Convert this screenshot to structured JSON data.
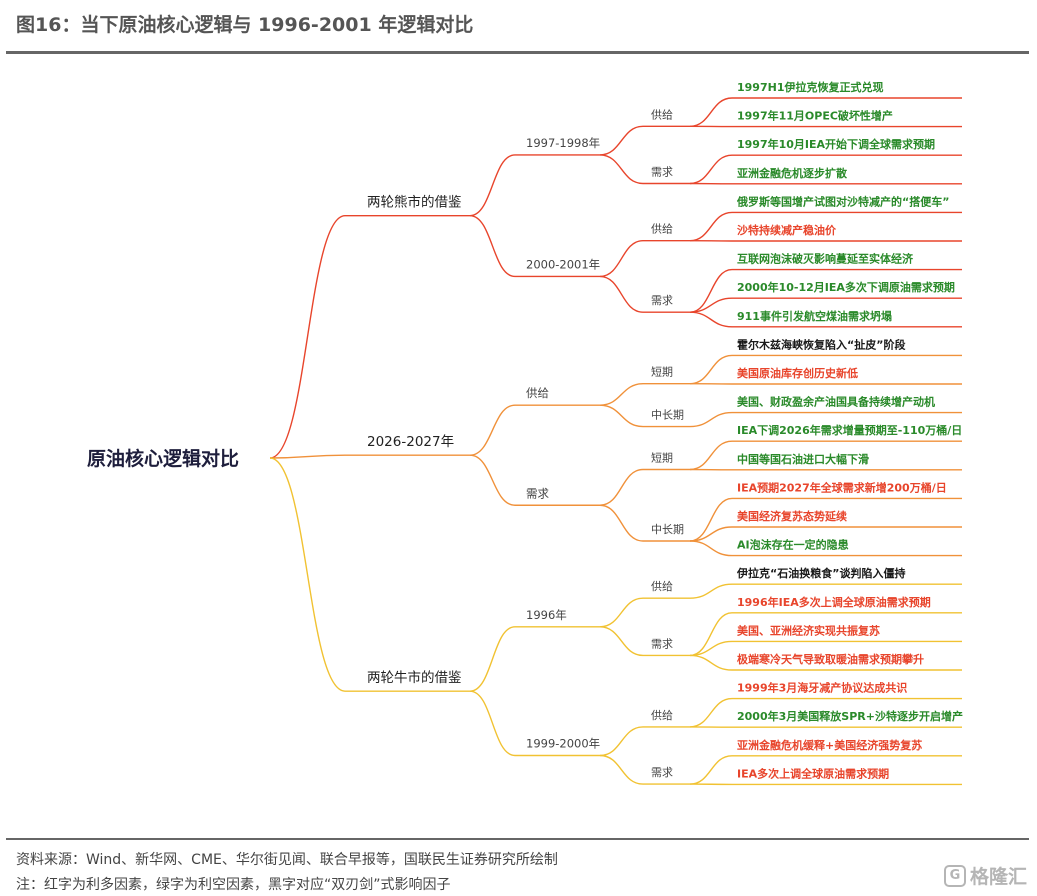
{
  "title": "图16：当下原油核心逻辑与 1996-2001 年逻辑对比",
  "colors": {
    "red": "#e8452c",
    "orange": "#f0913a",
    "yellow": "#f1c232",
    "text_red": "#e8452c",
    "text_green": "#2a8a2a",
    "text_black": "#1a1a1a"
  },
  "mindmap": {
    "root": "原油核心逻辑对比",
    "branches": [
      {
        "label": "两轮熊市的借鉴",
        "color": "red",
        "children": [
          {
            "label": "1997-1998年",
            "groups": [
              {
                "label": "供给",
                "leaves": [
                  {
                    "text": "1997H1伊拉克恢复正式兑现",
                    "tone": "green"
                  },
                  {
                    "text": "1997年11月OPEC破坏性增产",
                    "tone": "green"
                  }
                ]
              },
              {
                "label": "需求",
                "leaves": [
                  {
                    "text": "1997年10月IEA开始下调全球需求预期",
                    "tone": "green"
                  },
                  {
                    "text": "亚洲金融危机逐步扩散",
                    "tone": "green"
                  }
                ]
              }
            ]
          },
          {
            "label": "2000-2001年",
            "groups": [
              {
                "label": "供给",
                "leaves": [
                  {
                    "text": "俄罗斯等国增产试图对沙特减产的“搭便车”",
                    "tone": "green"
                  },
                  {
                    "text": "沙特持续减产稳油价",
                    "tone": "red"
                  }
                ]
              },
              {
                "label": "需求",
                "leaves": [
                  {
                    "text": "互联网泡沫破灭影响蔓延至实体经济",
                    "tone": "green"
                  },
                  {
                    "text": "2000年10-12月IEA多次下调原油需求预期",
                    "tone": "green"
                  },
                  {
                    "text": "911事件引发航空煤油需求坍塌",
                    "tone": "green"
                  }
                ]
              }
            ]
          }
        ]
      },
      {
        "label": "2026-2027年",
        "color": "orange",
        "children": [
          {
            "label": "供给",
            "groups": [
              {
                "label": "短期",
                "leaves": [
                  {
                    "text": "霍尔木兹海峡恢复陷入“扯皮”阶段",
                    "tone": "black"
                  },
                  {
                    "text": "美国原油库存创历史新低",
                    "tone": "red"
                  }
                ]
              },
              {
                "label": "中长期",
                "leaves": [
                  {
                    "text": "美国、财政盈余产油国具备持续增产动机",
                    "tone": "green"
                  }
                ]
              }
            ]
          },
          {
            "label": "需求",
            "groups": [
              {
                "label": "短期",
                "leaves": [
                  {
                    "text": "IEA下调2026年需求增量预期至-110万桶/日",
                    "tone": "green"
                  },
                  {
                    "text": "中国等国石油进口大幅下滑",
                    "tone": "green"
                  }
                ]
              },
              {
                "label": "中长期",
                "leaves": [
                  {
                    "text": "IEA预期2027年全球需求新增200万桶/日",
                    "tone": "red"
                  },
                  {
                    "text": "美国经济复苏态势延续",
                    "tone": "red"
                  },
                  {
                    "text": "AI泡沫存在一定的隐患",
                    "tone": "green"
                  }
                ]
              }
            ]
          }
        ]
      },
      {
        "label": "两轮牛市的借鉴",
        "color": "yellow",
        "children": [
          {
            "label": "1996年",
            "groups": [
              {
                "label": "供给",
                "leaves": [
                  {
                    "text": "伊拉克“石油换粮食”谈判陷入僵持",
                    "tone": "black"
                  }
                ]
              },
              {
                "label": "需求",
                "leaves": [
                  {
                    "text": "1996年IEA多次上调全球原油需求预期",
                    "tone": "red"
                  },
                  {
                    "text": "美国、亚洲经济实现共振复苏",
                    "tone": "red"
                  },
                  {
                    "text": "极端寒冷天气导致取暖油需求预期攀升",
                    "tone": "red"
                  }
                ]
              }
            ]
          },
          {
            "label": "1999-2000年",
            "groups": [
              {
                "label": "供给",
                "leaves": [
                  {
                    "text": "1999年3月海牙减产协议达成共识",
                    "tone": "red"
                  },
                  {
                    "text": "2000年3月美国释放SPR+沙特逐步开启增产",
                    "tone": "green"
                  }
                ]
              },
              {
                "label": "需求",
                "leaves": [
                  {
                    "text": "亚洲金融危机缓释+美国经济强势复苏",
                    "tone": "red"
                  },
                  {
                    "text": "IEA多次上调全球原油需求预期",
                    "tone": "red"
                  }
                ]
              }
            ]
          }
        ]
      }
    ]
  },
  "footer": {
    "source": "资料来源：Wind、新华网、CME、华尔街见闻、联合早报等，国联民生证券研究所绘制",
    "note": "注：红字为利多因素，绿字为利空因素，黑字对应“双刃剑”式影响因子"
  },
  "watermark": {
    "icon": "G",
    "text": "格隆汇"
  }
}
